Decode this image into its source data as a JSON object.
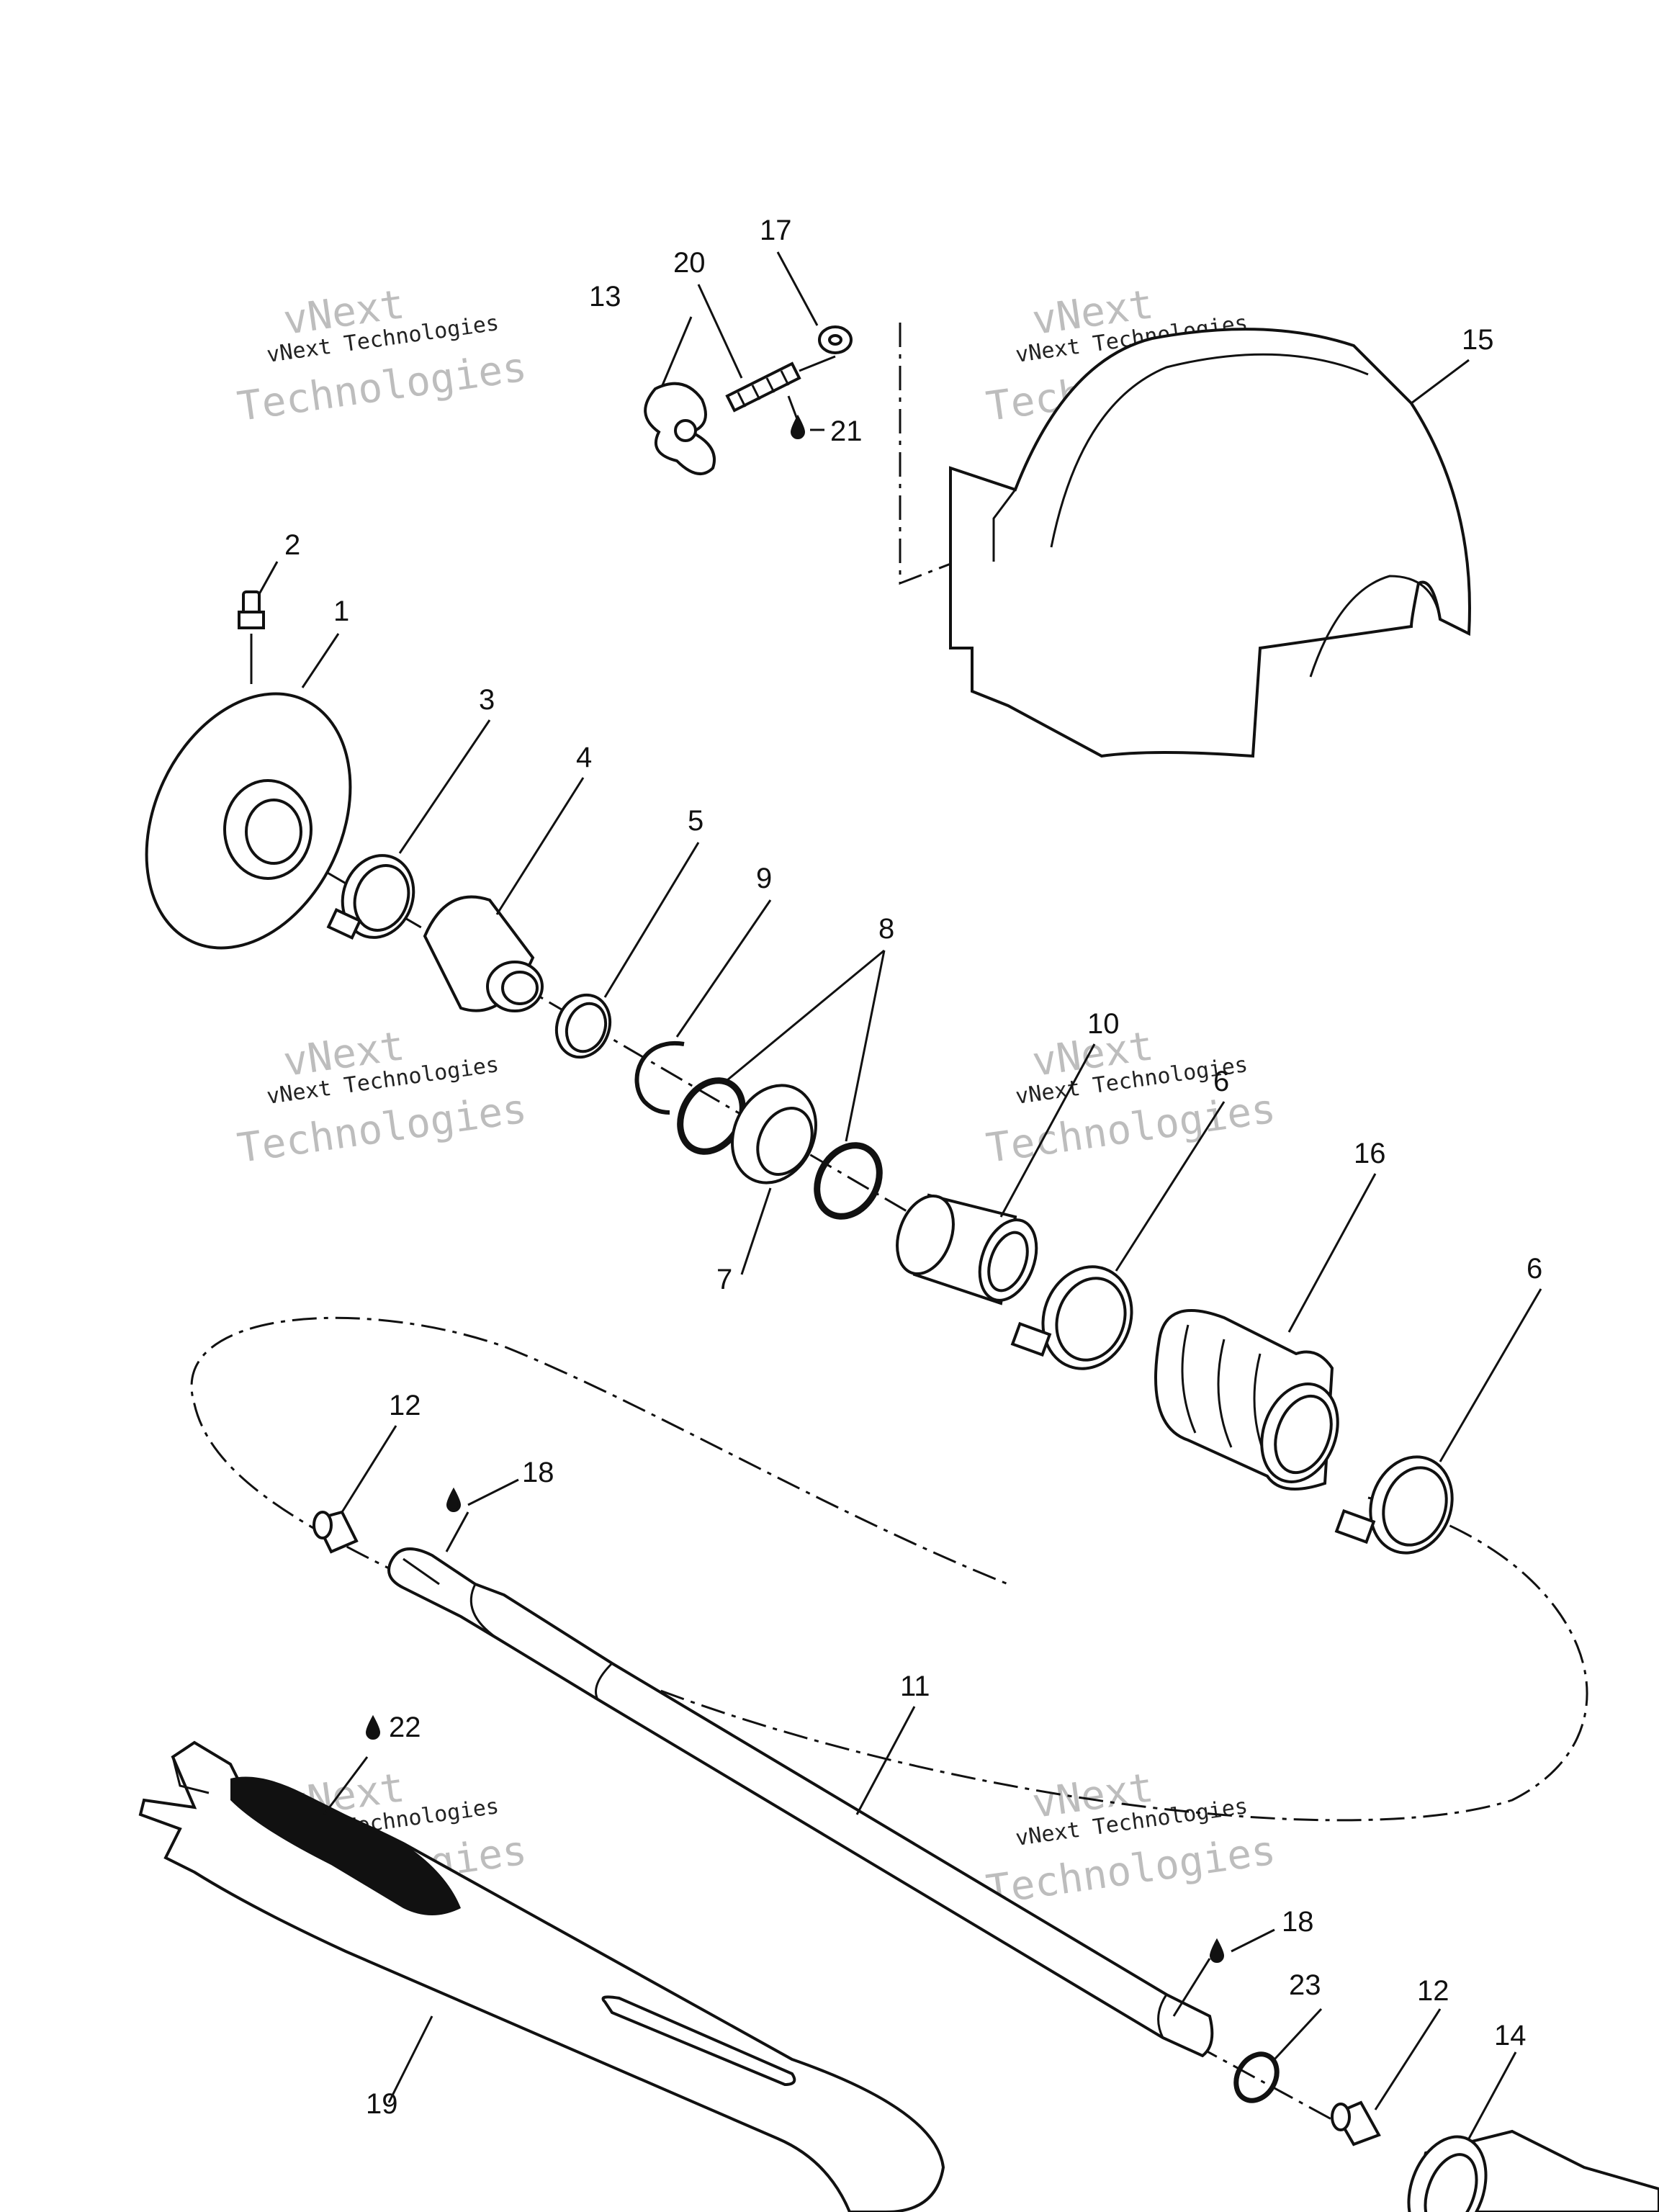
{
  "callouts": {
    "c1": "1",
    "c2": "2",
    "c3": "3",
    "c4": "4",
    "c5": "5",
    "c6a": "6",
    "c6b": "6",
    "c7": "7",
    "c8": "8",
    "c9": "9",
    "c10": "10",
    "c11": "11",
    "c12a": "12",
    "c12b": "12",
    "c13": "13",
    "c14": "14",
    "c15": "15",
    "c16": "16",
    "c17": "17",
    "c18a": "18",
    "c18b": "18",
    "c19": "19",
    "c20": "20",
    "c21": "21",
    "c22": "22",
    "c23": "23"
  },
  "watermark": {
    "line1": "vNext Technologies",
    "line2": "Technologies",
    "line3": "vNext"
  },
  "icons": {
    "lubricant": "oil-drop-icon"
  }
}
